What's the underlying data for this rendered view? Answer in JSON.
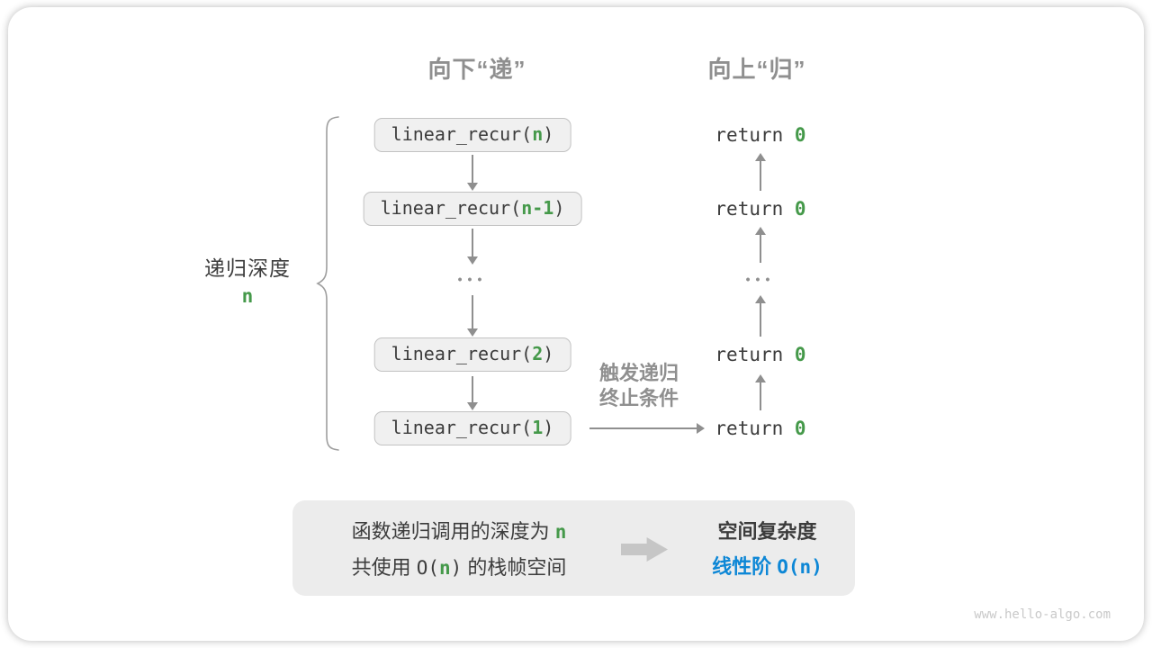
{
  "colors": {
    "green": "#45994a",
    "blue": "#0d87d6",
    "gray": "#8f8f8f",
    "dark": "#3c3c3c"
  },
  "headers": {
    "descend": "向下“递”",
    "ascend": "向上“归”"
  },
  "depth_label": {
    "text": "递归深度",
    "var": "n"
  },
  "call_stack": {
    "boxes": [
      {
        "prefix": "linear_recur(",
        "arg": "n",
        "suffix": ")"
      },
      {
        "prefix": "linear_recur(",
        "arg": "n-1",
        "suffix": ")"
      },
      {
        "prefix": "linear_recur(",
        "arg": "2",
        "suffix": ")"
      },
      {
        "prefix": "linear_recur(",
        "arg": "1",
        "suffix": ")"
      }
    ],
    "ellipsis": "•••"
  },
  "returns": {
    "keyword": "return ",
    "value": "0"
  },
  "trigger": {
    "line1": "触发递归",
    "line2": "终止条件"
  },
  "summary": {
    "line1_text": "函数递归调用的深度为 ",
    "line1_var": "n",
    "line2_pre": "共使用 ",
    "line2_o_open": "O(",
    "line2_var": "n",
    "line2_o_close": ")",
    "line2_post": " 的栈帧空间",
    "right_title": "空间复杂度",
    "right_label": "线性阶 ",
    "right_big_o": "O(n)"
  },
  "watermark": "www.hello-algo.com"
}
